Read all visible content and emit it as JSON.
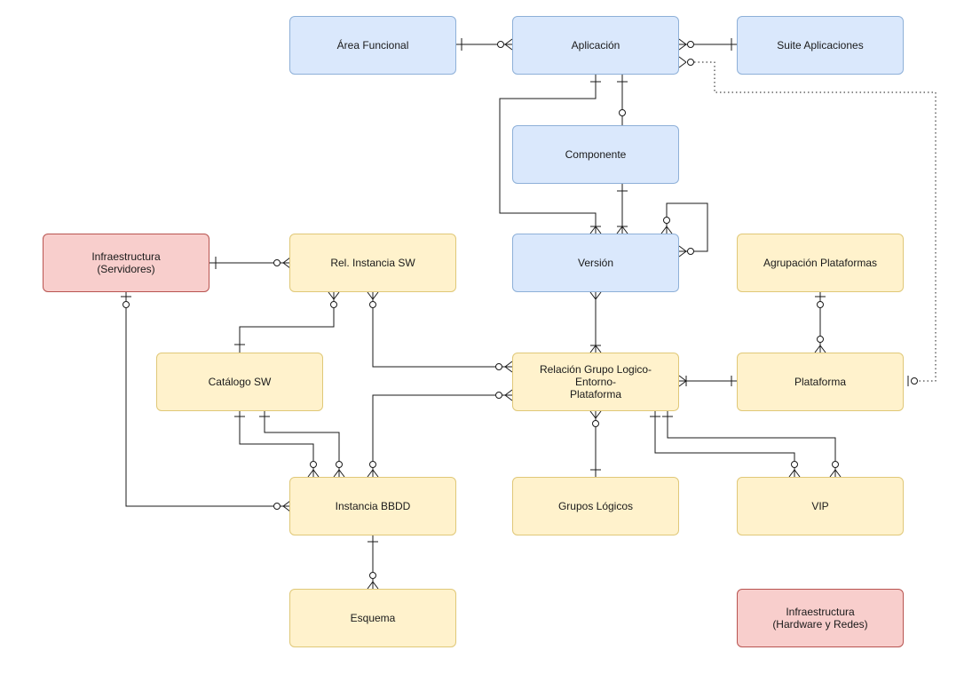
{
  "entities": {
    "area_funcional": "Área Funcional",
    "aplicacion": "Aplicación",
    "suite_aplicaciones": "Suite Aplicaciones",
    "componente": "Componente",
    "infra_servidores": "Infraestructura\n(Servidores)",
    "rel_instancia_sw": "Rel. Instancia SW",
    "version": "Versión",
    "agrupacion_plataformas": "Agrupación Plataformas",
    "catalogo_sw": "Catálogo SW",
    "relacion_grupo": "Relación Grupo Logico-Entorno-\nPlataforma",
    "plataforma": "Plataforma",
    "instancia_bbdd": "Instancia BBDD",
    "grupos_logicos": "Grupos Lógicos",
    "vip": "VIP",
    "esquema": "Esquema",
    "infra_hardware": "Infraestructura\n(Hardware y Redes)"
  },
  "colors": {
    "blue_fill": "#dae8fc",
    "yellow_fill": "#fff2cc",
    "red_fill": "#f8cecc"
  }
}
